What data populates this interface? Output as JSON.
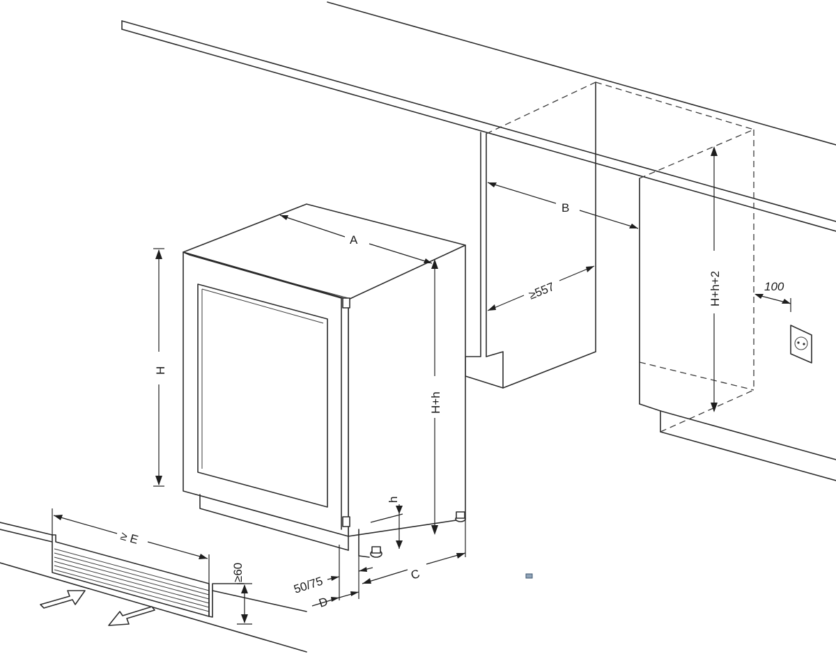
{
  "labels": {
    "A": "A",
    "B": "B",
    "H": "H",
    "H_plus_h": "H+h",
    "H_plus_h_plus_2": "H+h+2",
    "min_557": "≥557",
    "offset_100": "100",
    "h": "h",
    "min_E": "≥ E",
    "min_60": "≥60",
    "gap_50_75": "50/75",
    "C": "C",
    "D": "D"
  },
  "icons": {
    "power_socket": "power-socket-icon",
    "airflow_in": "airflow-in-arrow-icon",
    "airflow_out": "airflow-out-arrow-icon"
  },
  "colors": {
    "line": "#2b2b2b",
    "background": "#ffffff",
    "marker": "#8fa3b8"
  }
}
